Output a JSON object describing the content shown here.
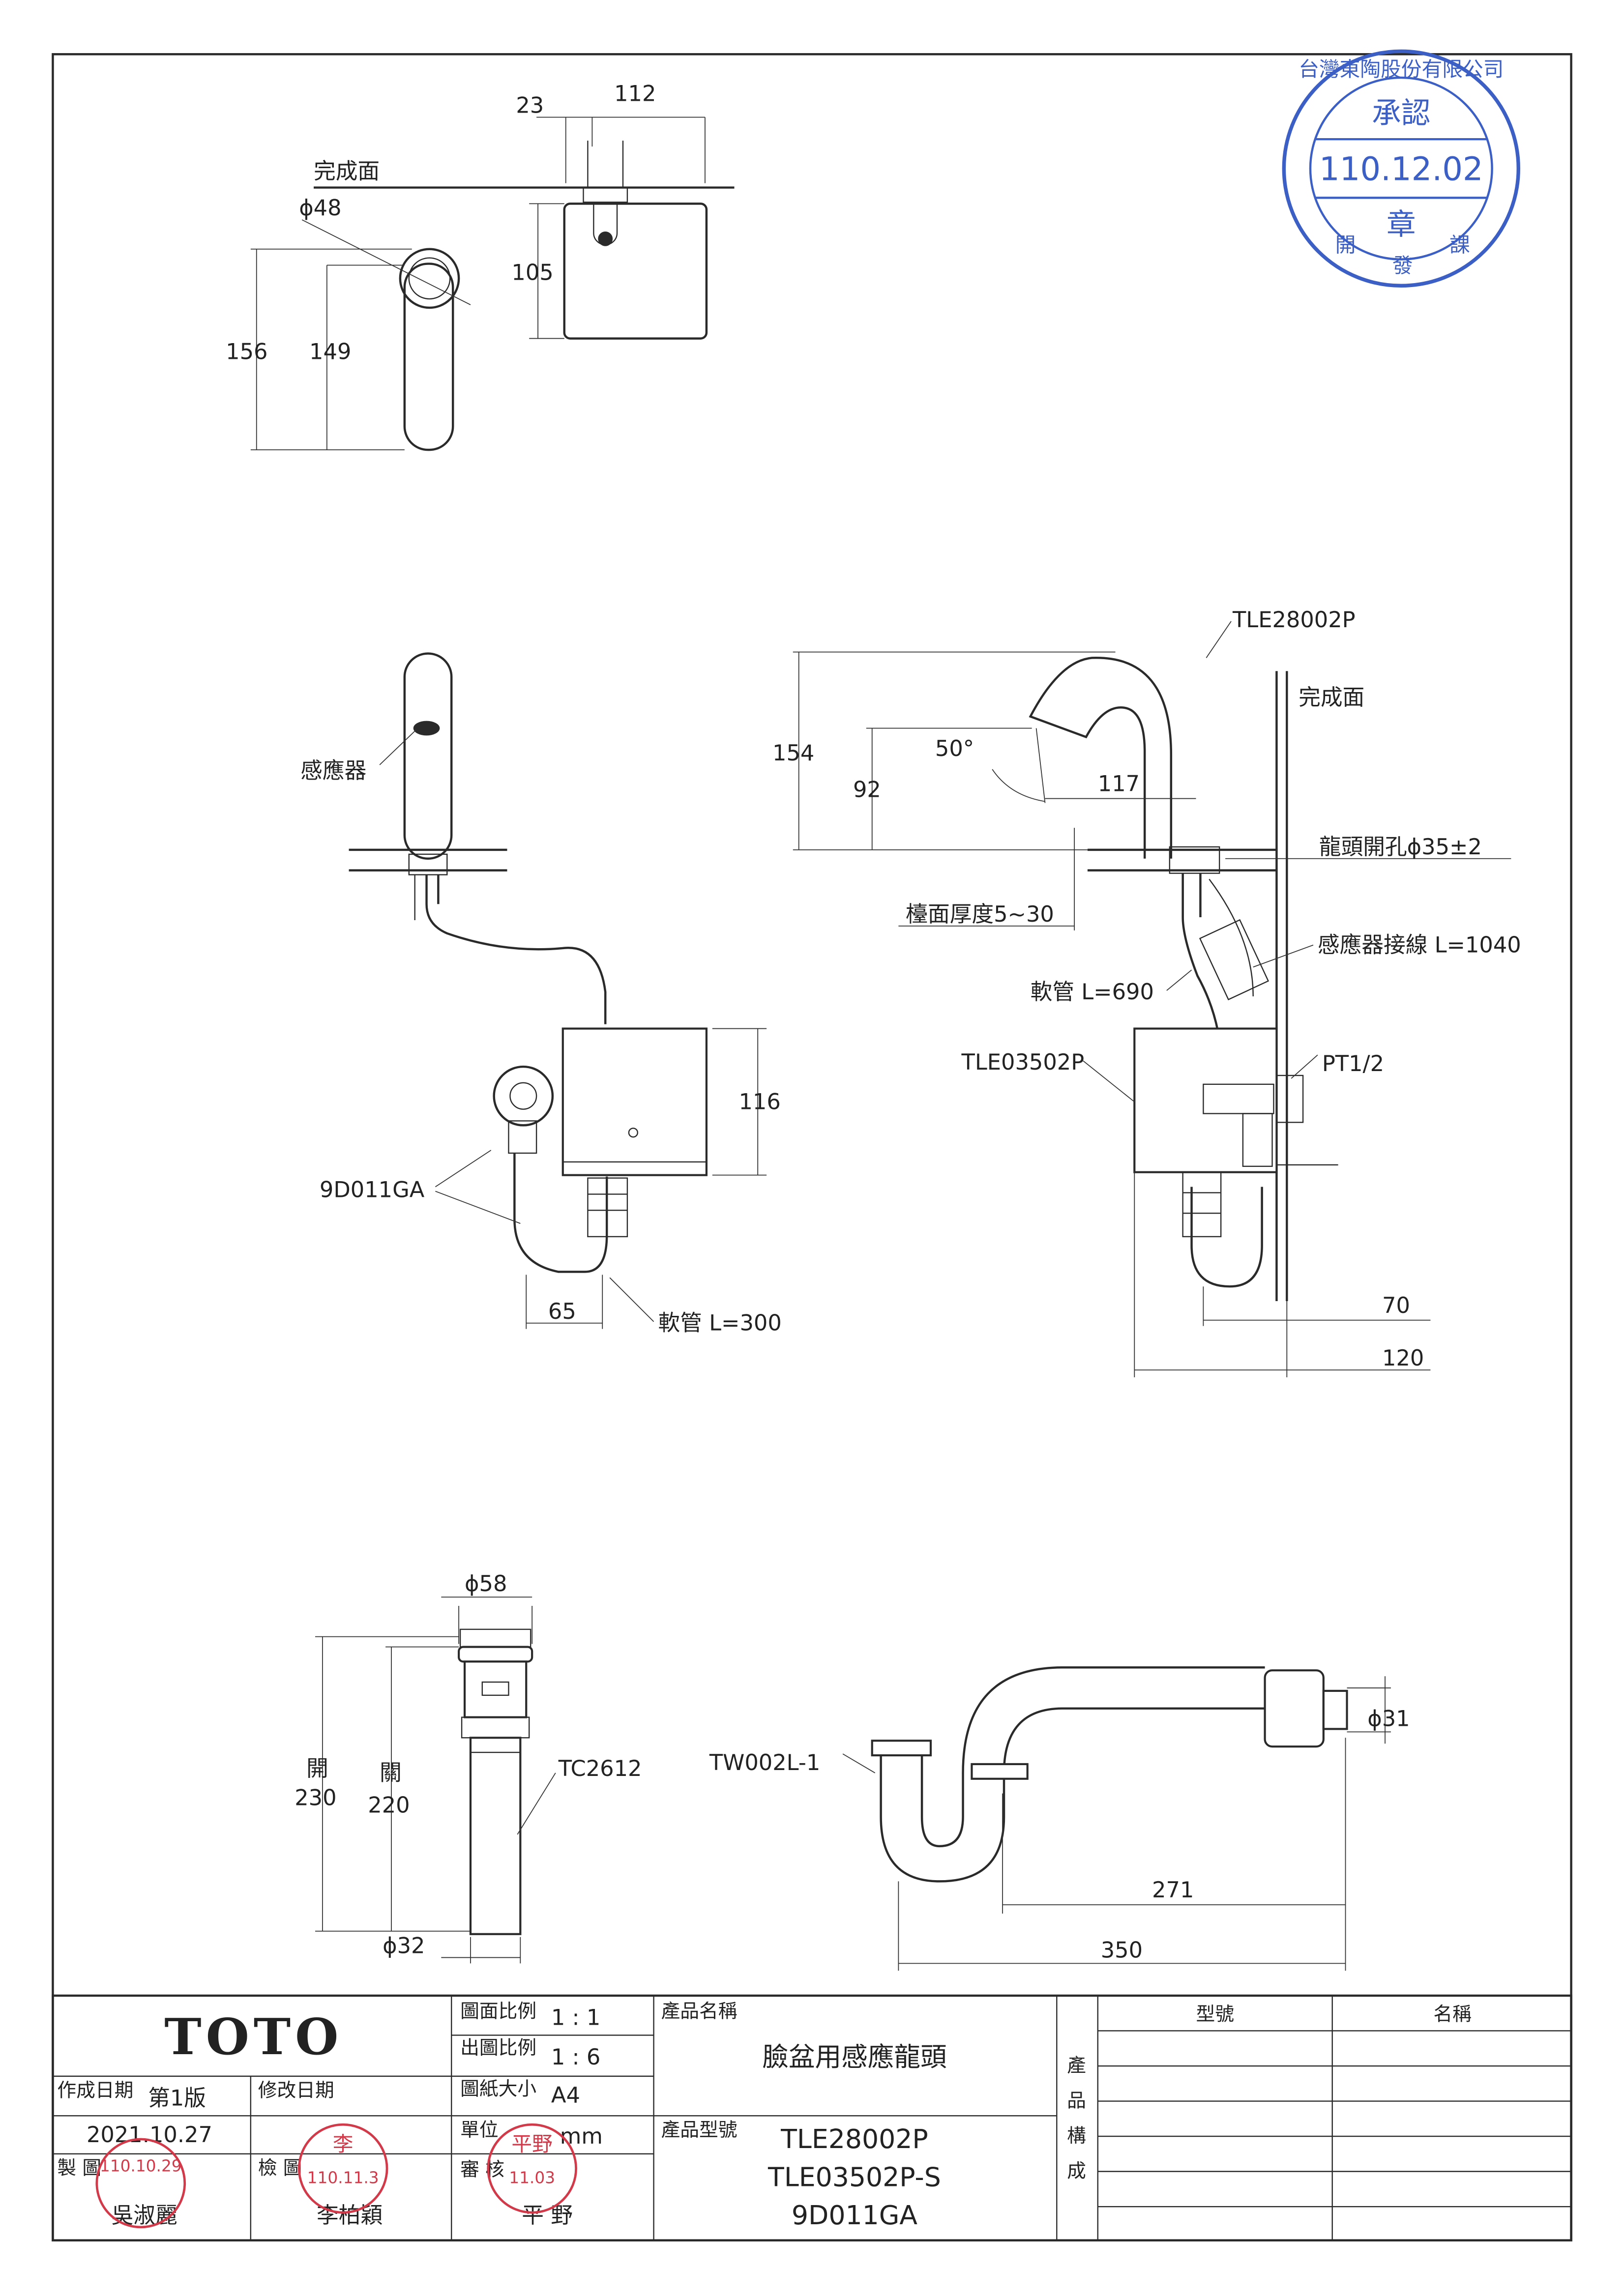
{
  "drawing": {
    "top_view": {
      "dim_23": "23",
      "dim_112": "112",
      "finish_surface": "完成面",
      "phi48": "ϕ48",
      "dim_105": "105",
      "dim_156": "156",
      "dim_149": "149"
    },
    "front_view": {
      "sensor": "感應器",
      "dim_116": "116",
      "part_9d011ga": "9D011GA",
      "dim_65": "65",
      "hose_300": "軟管 L=300"
    },
    "side_view": {
      "model": "TLE28002P",
      "finish_surface": "完成面",
      "dim_154": "154",
      "angle": "50°",
      "dim_92": "92",
      "dim_117": "117",
      "hole": "龍頭開孔ϕ35±2",
      "counter": "檯面厚度5~30",
      "sensor_wire": "感應器接線 L=1040",
      "hose_690": "軟管 L=690",
      "box_model": "TLE03502P",
      "pt": "PT1/2",
      "dim_70": "70",
      "dim_120": "120"
    },
    "drain": {
      "phi58": "ϕ58",
      "open": "開",
      "dim_230": "230",
      "close": "關",
      "dim_220": "220",
      "model": "TC2612",
      "phi32": "ϕ32"
    },
    "trap": {
      "model": "TW002L-1",
      "phi31": "ϕ31",
      "dim_271": "271",
      "dim_350": "350"
    }
  },
  "title_block": {
    "logo": "TOTO",
    "scale_label": "圖面比例",
    "scale": "1 : 1",
    "print_scale_label": "出圖比例",
    "print_scale": "1 : 6",
    "paper_label": "圖紙大小",
    "paper": "A4",
    "unit_label": "單位",
    "unit": "mm",
    "product_name_label": "產品名稱",
    "product_name": "臉盆用感應龍頭",
    "product_model_label": "產品型號",
    "models": [
      "TLE28002P",
      "TLE03502P-S",
      "9D011GA"
    ],
    "composition": [
      "產",
      "品",
      "構",
      "成"
    ],
    "col_model": "型號",
    "col_name": "名稱",
    "created_label": "作成日期",
    "version": "第1版",
    "created_date": "2021.10.27",
    "revised_label": "修改日期",
    "draw_label": "製 圖",
    "check_label": "檢 圖",
    "review_label": "審 核",
    "drawer": "吳淑麗",
    "checker": "李柏穎",
    "reviewer": "平 野"
  },
  "stamps": {
    "approval": {
      "text": "承認",
      "date": "110.12.02",
      "seal": "章",
      "ring": "台灣東陶股份有限公司",
      "bottom": [
        "開",
        "發",
        "課"
      ]
    },
    "draw_stamp": {
      "date": "110.10.29"
    },
    "check_stamp": {
      "name": "李",
      "date": "110.11.3"
    },
    "review_stamp": {
      "name": "平野",
      "date": "11.03"
    }
  },
  "colors": {
    "line": "#2a2a2a",
    "stamp_blue": "#3b5fc4",
    "stamp_red": "#d23a4a"
  }
}
